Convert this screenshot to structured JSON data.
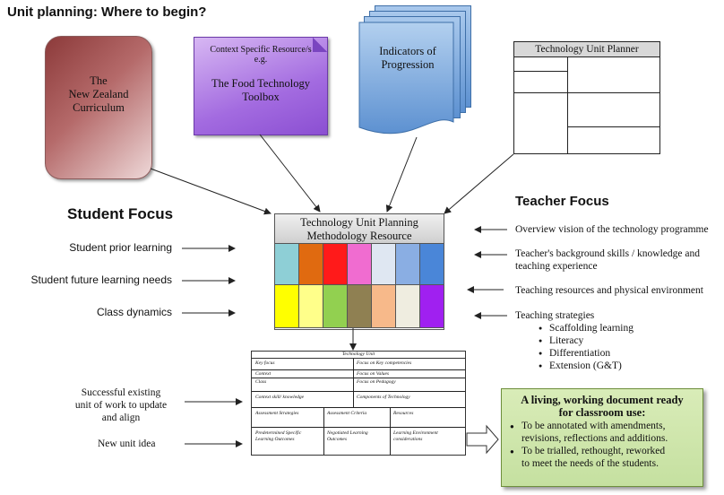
{
  "title": "Unit planning:  Where to begin?",
  "sources": {
    "curriculum": [
      "The",
      "New Zealand",
      "Curriculum"
    ],
    "context_small": [
      "Context Specific Resource/s",
      "e.g."
    ],
    "context_big": [
      "The Food Technology",
      "Toolbox"
    ],
    "indicators": [
      "Indicators of",
      "Progression"
    ],
    "planner_title": "Technology Unit Planner"
  },
  "student": {
    "heading": "Student Focus",
    "items": [
      "Student prior learning",
      "Student future learning needs",
      "Class dynamics"
    ]
  },
  "teacher": {
    "heading": "Teacher Focus",
    "items": [
      "Overview vision of the technology programme",
      "Teacher's background skills / knowledge and",
      "teaching experience",
      "Teaching resources and physical environment",
      "Teaching strategies"
    ],
    "strategies": [
      "Scaffolding learning",
      "Literacy",
      "Differentiation",
      "Extension (G&T)"
    ]
  },
  "methodology": {
    "title_line1": "Technology Unit Planning",
    "title_line2": "Methodology Resource",
    "row1_colors": [
      "#8ecfd6",
      "#e06a10",
      "#ff1a1a",
      "#f06cd0",
      "#dfe7f2",
      "#8aaee3",
      "#4a86d8"
    ],
    "row2_colors": [
      "#ffff00",
      "#ffff8a",
      "#92d050",
      "#8f8052",
      "#f7b98a",
      "#efede0",
      "#a020f0"
    ]
  },
  "unit_doc": {
    "title": "Technology Unit",
    "cells": [
      "Key focus",
      "Focus on Key competencies",
      "Context",
      "Focus on Values",
      "Class",
      "Focus on Pedagogy",
      "Context skill/ knowledge",
      "Components of Technology",
      "Assessment Strategies",
      "Assessment Criteria",
      "Resources",
      "Predetermined  Specific Learning Outcomes",
      "Negotiated Learning Outcomes",
      "Learning Environment considerations"
    ]
  },
  "inputs": {
    "existing": [
      "Successful existing",
      "unit of work to update",
      "and align"
    ],
    "new_idea": "New unit idea"
  },
  "living": {
    "title": [
      "A living, working document ready",
      "for classroom use:"
    ],
    "bullets": [
      [
        "To be annotated with amendments,",
        "revisions, reflections and additions."
      ],
      [
        "To be trialled, rethought, reworked",
        "to meet the needs of the students."
      ]
    ]
  }
}
